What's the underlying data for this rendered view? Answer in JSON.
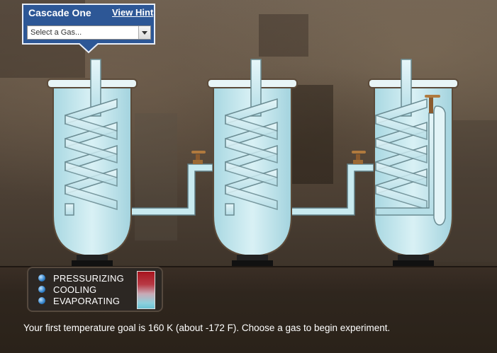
{
  "panel": {
    "title": "Cascade One",
    "hint_link": "View Hint",
    "gas_select": {
      "selected": "Select a Gas..."
    }
  },
  "status": {
    "items": [
      "PRESSURIZING",
      "COOLING",
      "EVAPORATING"
    ]
  },
  "message": "Your first temperature goal is 160 K (about -172 F). Choose a gas to begin experiment.",
  "colors": {
    "panel": "#2d5796",
    "liquid": "#bfe6ee",
    "coil": "#d4eef3",
    "thermo_hot": "#a8141e",
    "thermo_cold": "#6cc3d6"
  },
  "icons": [
    "chevron-down-icon",
    "valve-icon",
    "status-dot-icon",
    "thermometer-icon"
  ]
}
